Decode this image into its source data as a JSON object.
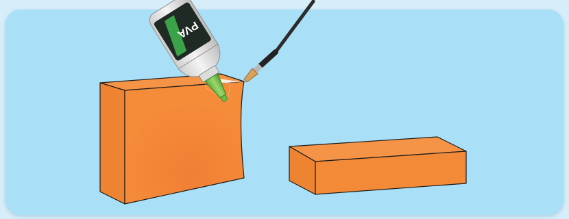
{
  "illustration": {
    "bottle_label": "PVA",
    "colors": {
      "background": "#d6eef9",
      "panel": "#a9dff7",
      "wood": "#f28a38",
      "wood_side": "#ee8432",
      "outline": "#1a1a1a",
      "bottle_body": "#e6e6e6",
      "bottle_label_bg": "#1f2a24",
      "bottle_label_accent": "#3aa34a",
      "nozzle": "#7cc44c",
      "brush_handle": "#2b2b2b",
      "brush_ferrule": "#b8b8b8",
      "brush_bristles": "#d9a15a"
    },
    "objects": [
      "tall-wood-block",
      "flat-wood-block",
      "pva-glue-bottle",
      "paint-brush"
    ]
  }
}
